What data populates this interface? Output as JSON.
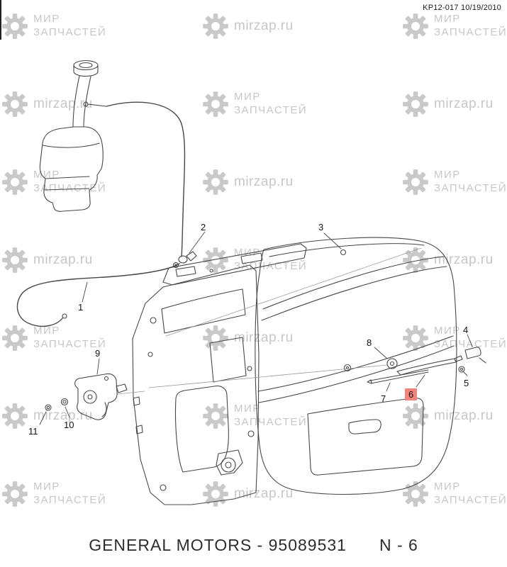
{
  "header": {
    "doc_code": "KP12-017 10/19/2010"
  },
  "watermark": {
    "brand_line1": "МИР",
    "brand_line2": "ЗАПЧАСТЕЙ",
    "site": "mirzap.ru"
  },
  "diagram": {
    "description": "Rear liftgate window wiper and washer system exploded parts diagram",
    "highlight_color": "#f0837c",
    "callouts": [
      {
        "label": "1"
      },
      {
        "label": "2"
      },
      {
        "label": "3"
      },
      {
        "label": "4"
      },
      {
        "label": "5"
      },
      {
        "label": "6",
        "highlighted": true
      },
      {
        "label": "7"
      },
      {
        "label": "8"
      },
      {
        "label": "9"
      },
      {
        "label": "10"
      },
      {
        "label": "11"
      }
    ]
  },
  "footer": {
    "caption": "GENERAL MOTORS - 95089531",
    "page_ref": "N - 6"
  }
}
